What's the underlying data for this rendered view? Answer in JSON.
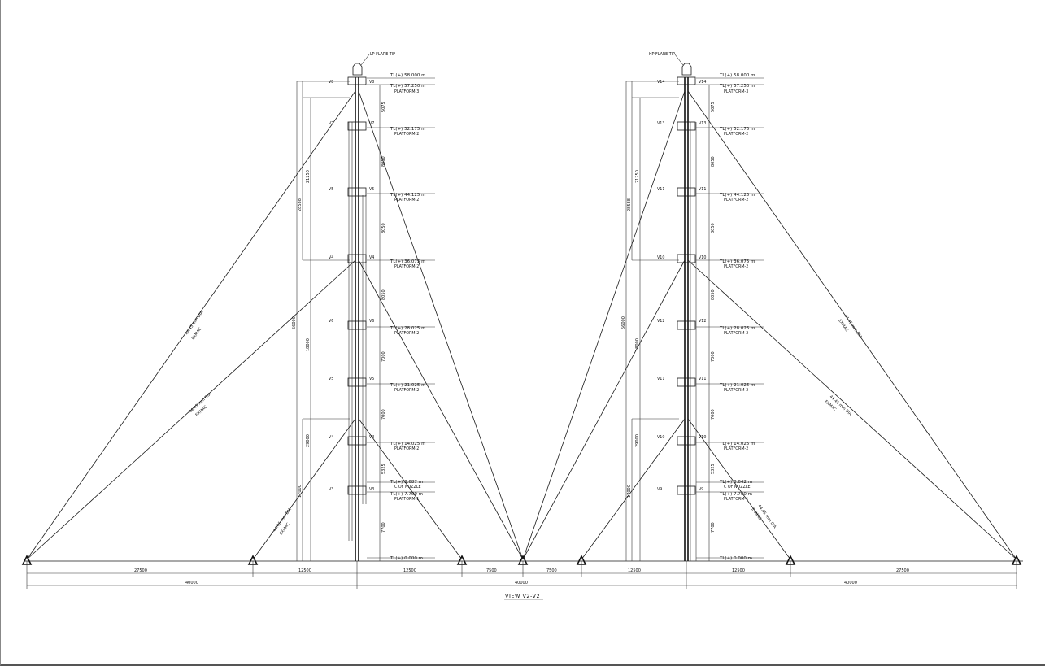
{
  "view_title": "VIEW V2-V2",
  "towers": [
    {
      "id": "left",
      "tip_label": "LP FLARE TIP",
      "elevations": [
        {
          "label": "TL(+) 58.000 m",
          "sub": ""
        },
        {
          "label": "TL(+) 57.250 m",
          "sub": "PLATFORM-3"
        },
        {
          "label": "TL(+) 52.175 m",
          "sub": "PLATFORM-2"
        },
        {
          "label": "TL(+) 44.125 m",
          "sub": "PLATFORM-2"
        },
        {
          "label": "TL(+) 36.075 m",
          "sub": "PLATFORM-2"
        },
        {
          "label": "TL(+) 28.025 m",
          "sub": "PLATFORM-2"
        },
        {
          "label": "TL(+) 21.025 m",
          "sub": "PLATFORM-2"
        },
        {
          "label": "TL(+) 14.025 m",
          "sub": "PLATFORM-2"
        },
        {
          "label": "TL(+) 8.687 m",
          "sub": "C OF NOZZLE"
        },
        {
          "label": "TL(+) 7.700 m",
          "sub": "PLATFORM-1"
        },
        {
          "label": "TL(+) 0.000 m",
          "sub": ""
        }
      ],
      "segment_dims": [
        "5075",
        "8050",
        "8050",
        "8050",
        "7000",
        "7000",
        "5325",
        "7700"
      ],
      "left_dims": [
        "21250",
        "28588",
        "56000",
        "18000",
        "29000",
        "17000"
      ],
      "vessel_left_tags": [
        "V8",
        "V7",
        "V5",
        "V4",
        "V6",
        "V5",
        "V4",
        "V3"
      ],
      "vessel_right_tags": [
        "V8",
        "V7",
        "V5",
        "V4",
        "V6",
        "V5",
        "V4",
        "V3"
      ],
      "cable_labels": [
        "44.45 mm DIA",
        "EXMAC",
        "44.45 mm DIA",
        "EXMAC",
        "44.45 mm DIA",
        "EXMAC"
      ]
    },
    {
      "id": "right",
      "tip_label": "HP FLARE TIP",
      "elevations": [
        {
          "label": "TL(+) 58.000 m",
          "sub": ""
        },
        {
          "label": "TL(+) 57.250 m",
          "sub": "PLATFORM-3"
        },
        {
          "label": "TL(+) 52.175 m",
          "sub": "PLATFORM-2"
        },
        {
          "label": "TL(+) 44.125 m",
          "sub": "PLATFORM-2"
        },
        {
          "label": "TL(+) 36.075 m",
          "sub": "PLATFORM-2"
        },
        {
          "label": "TL(+) 28.025 m",
          "sub": "PLATFORM-2"
        },
        {
          "label": "TL(+) 21.025 m",
          "sub": "PLATFORM-2"
        },
        {
          "label": "TL(+) 14.025 m",
          "sub": "PLATFORM-2"
        },
        {
          "label": "TL(+) 8.642 m",
          "sub": "C OF NOZZLE"
        },
        {
          "label": "TL(+) 7.700 m",
          "sub": "PLATFORM-1"
        },
        {
          "label": "TL(+) 0.000 m",
          "sub": ""
        }
      ],
      "segment_dims": [
        "5075",
        "8050",
        "8050",
        "8050",
        "7000",
        "7000",
        "5325",
        "7700"
      ],
      "left_dims": [
        "21250",
        "28588",
        "56000",
        "18000",
        "29000",
        "17000"
      ],
      "vessel_left_tags": [
        "V14",
        "V13",
        "V11",
        "V10",
        "V12",
        "V11",
        "V10",
        "V9"
      ],
      "vessel_right_tags": [
        "V14",
        "V13",
        "V11",
        "V10",
        "V12",
        "V11",
        "V10",
        "V9"
      ],
      "cable_labels": [
        "44.45 mm DIA",
        "EXMAC",
        "44.45 mm DIA",
        "EXMAC",
        "44.45 mm DIA",
        "EXMAC"
      ]
    }
  ],
  "bottom_dims": {
    "upper": [
      "27500",
      "12500",
      "12500",
      "7500",
      "7500",
      "12500",
      "12500",
      "27500"
    ],
    "lower": [
      "40000",
      "40000",
      "40000"
    ]
  }
}
